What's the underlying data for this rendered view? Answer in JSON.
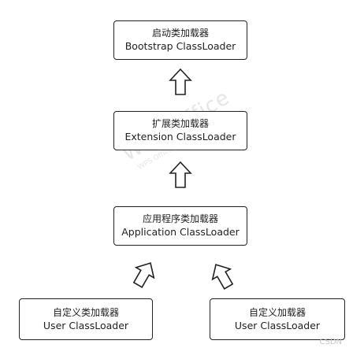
{
  "nodes": {
    "bootstrap": {
      "zh": "启动类加载器",
      "en": "Bootstrap ClassLoader"
    },
    "extension": {
      "zh": "扩展类加载器",
      "en": "Extension ClassLoader"
    },
    "application": {
      "zh": "应用程序类加载器",
      "en": "Application ClassLoader"
    },
    "user1": {
      "zh": "自定义类加载器",
      "en": "User ClassLoader"
    },
    "user2": {
      "zh": "自定义加载器",
      "en": "User ClassLoader"
    }
  },
  "watermark": {
    "main": "WPS Office",
    "sub": "WPS Office 专业版"
  },
  "credit": "CSDN",
  "colors": {
    "border": "#222222",
    "background": "#ffffff",
    "watermark": "#e6e6e6"
  }
}
